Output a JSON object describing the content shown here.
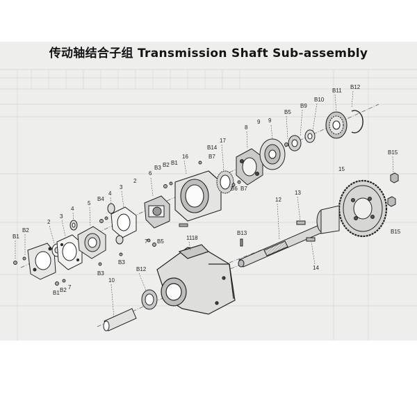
{
  "title": "传动轴结合子组 Transmission Shaft Sub-assembly",
  "callouts": {
    "B1_left": "B1",
    "B2_left": "B2",
    "n2_left": "2",
    "n3_left": "3",
    "n4_left": "4",
    "n5": "5",
    "B4": "B4",
    "n4_mid": "4",
    "n3_mid": "3",
    "n2_mid": "2",
    "B3_top": "B3",
    "n6": "6",
    "B2_top": "B2",
    "B1_top": "B1",
    "n16": "16",
    "B14": "B14",
    "B7_top": "B7",
    "n17": "17",
    "n8": "8",
    "n9": "9",
    "B6": "B6",
    "B7_mid": "B7",
    "B5_top": "B5",
    "B9": "B9",
    "B10": "B10",
    "B11": "B11",
    "B12_top": "B12",
    "B15_top": "B15",
    "n15": "15",
    "B15_bot": "B15",
    "n12": "12",
    "n13": "13",
    "n14": "14",
    "B13": "B13",
    "n7": "7",
    "B3_low": "B3",
    "B5_low": "B5",
    "B3_bot": "B3",
    "n1118": "1118",
    "B12_low": "B12",
    "n10": "10",
    "B1_bot": "B1",
    "B2_bot": "B2",
    "n7_bot": "7"
  },
  "icons": [
    "bolt-icon",
    "nut-icon",
    "washer-icon",
    "bearing-icon",
    "gear-icon",
    "shaft-icon"
  ]
}
